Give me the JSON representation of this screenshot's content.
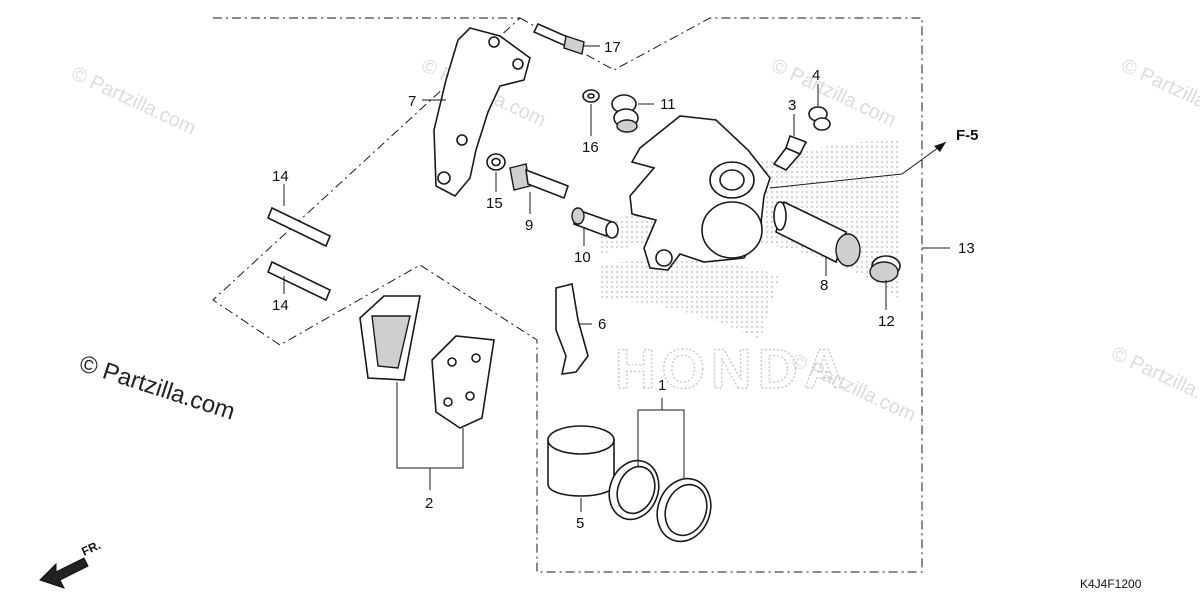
{
  "watermark": {
    "text": "© Partzilla.com",
    "main_text": "© Partzilla.com"
  },
  "brand_mark": "HONDA",
  "diagram_code": "K4J4F1200",
  "front_indicator": "FR.",
  "reference": "F-5",
  "callouts": [
    "1",
    "2",
    "3",
    "4",
    "5",
    "6",
    "7",
    "8",
    "9",
    "10",
    "11",
    "12",
    "13",
    "14",
    "14",
    "15",
    "16",
    "17"
  ]
}
